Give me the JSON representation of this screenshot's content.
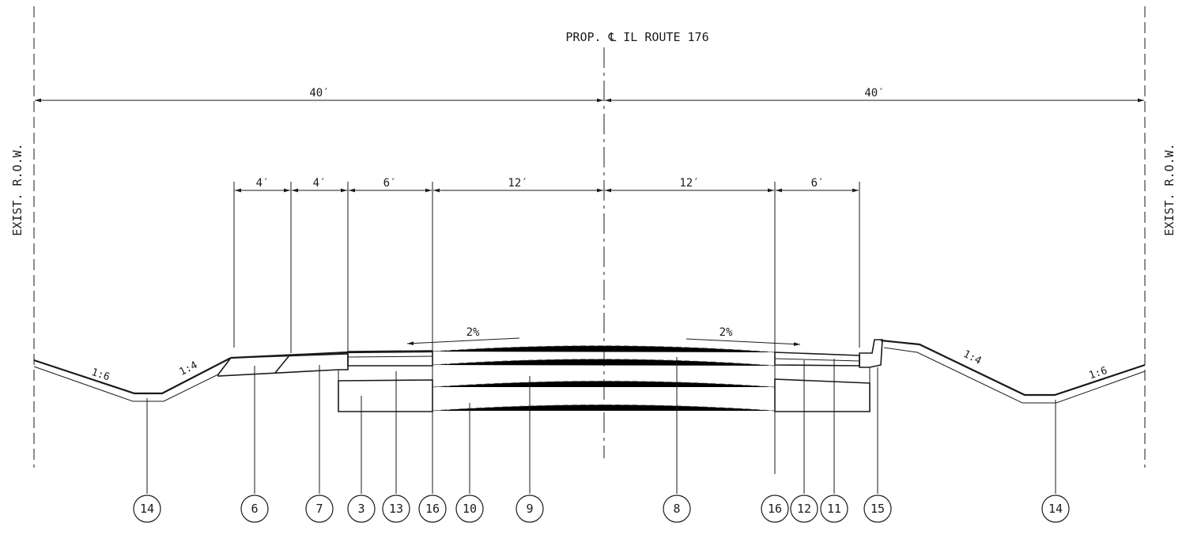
{
  "centerline_label": "PROP. ℄ IL ROUTE 176",
  "row_label_left": "EXIST. R.O.W.",
  "row_label_right": "EXIST. R.O.W.",
  "overall_dims": {
    "left": "40′",
    "right": "40′"
  },
  "top_dims": {
    "left": [
      "4′",
      "4′",
      "6′",
      "12′"
    ],
    "right": [
      "12′",
      "6′"
    ]
  },
  "cross_slopes": {
    "left": "2%",
    "right": "2%"
  },
  "side_slopes": {
    "left_outer": "1:6",
    "left_inner": "1:4",
    "right_inner": "1:4",
    "right_outer": "1:6"
  },
  "callouts": [
    "14",
    "6",
    "7",
    "3",
    "13",
    "16",
    "10",
    "9",
    "8",
    "16",
    "12",
    "11",
    "15",
    "14"
  ]
}
